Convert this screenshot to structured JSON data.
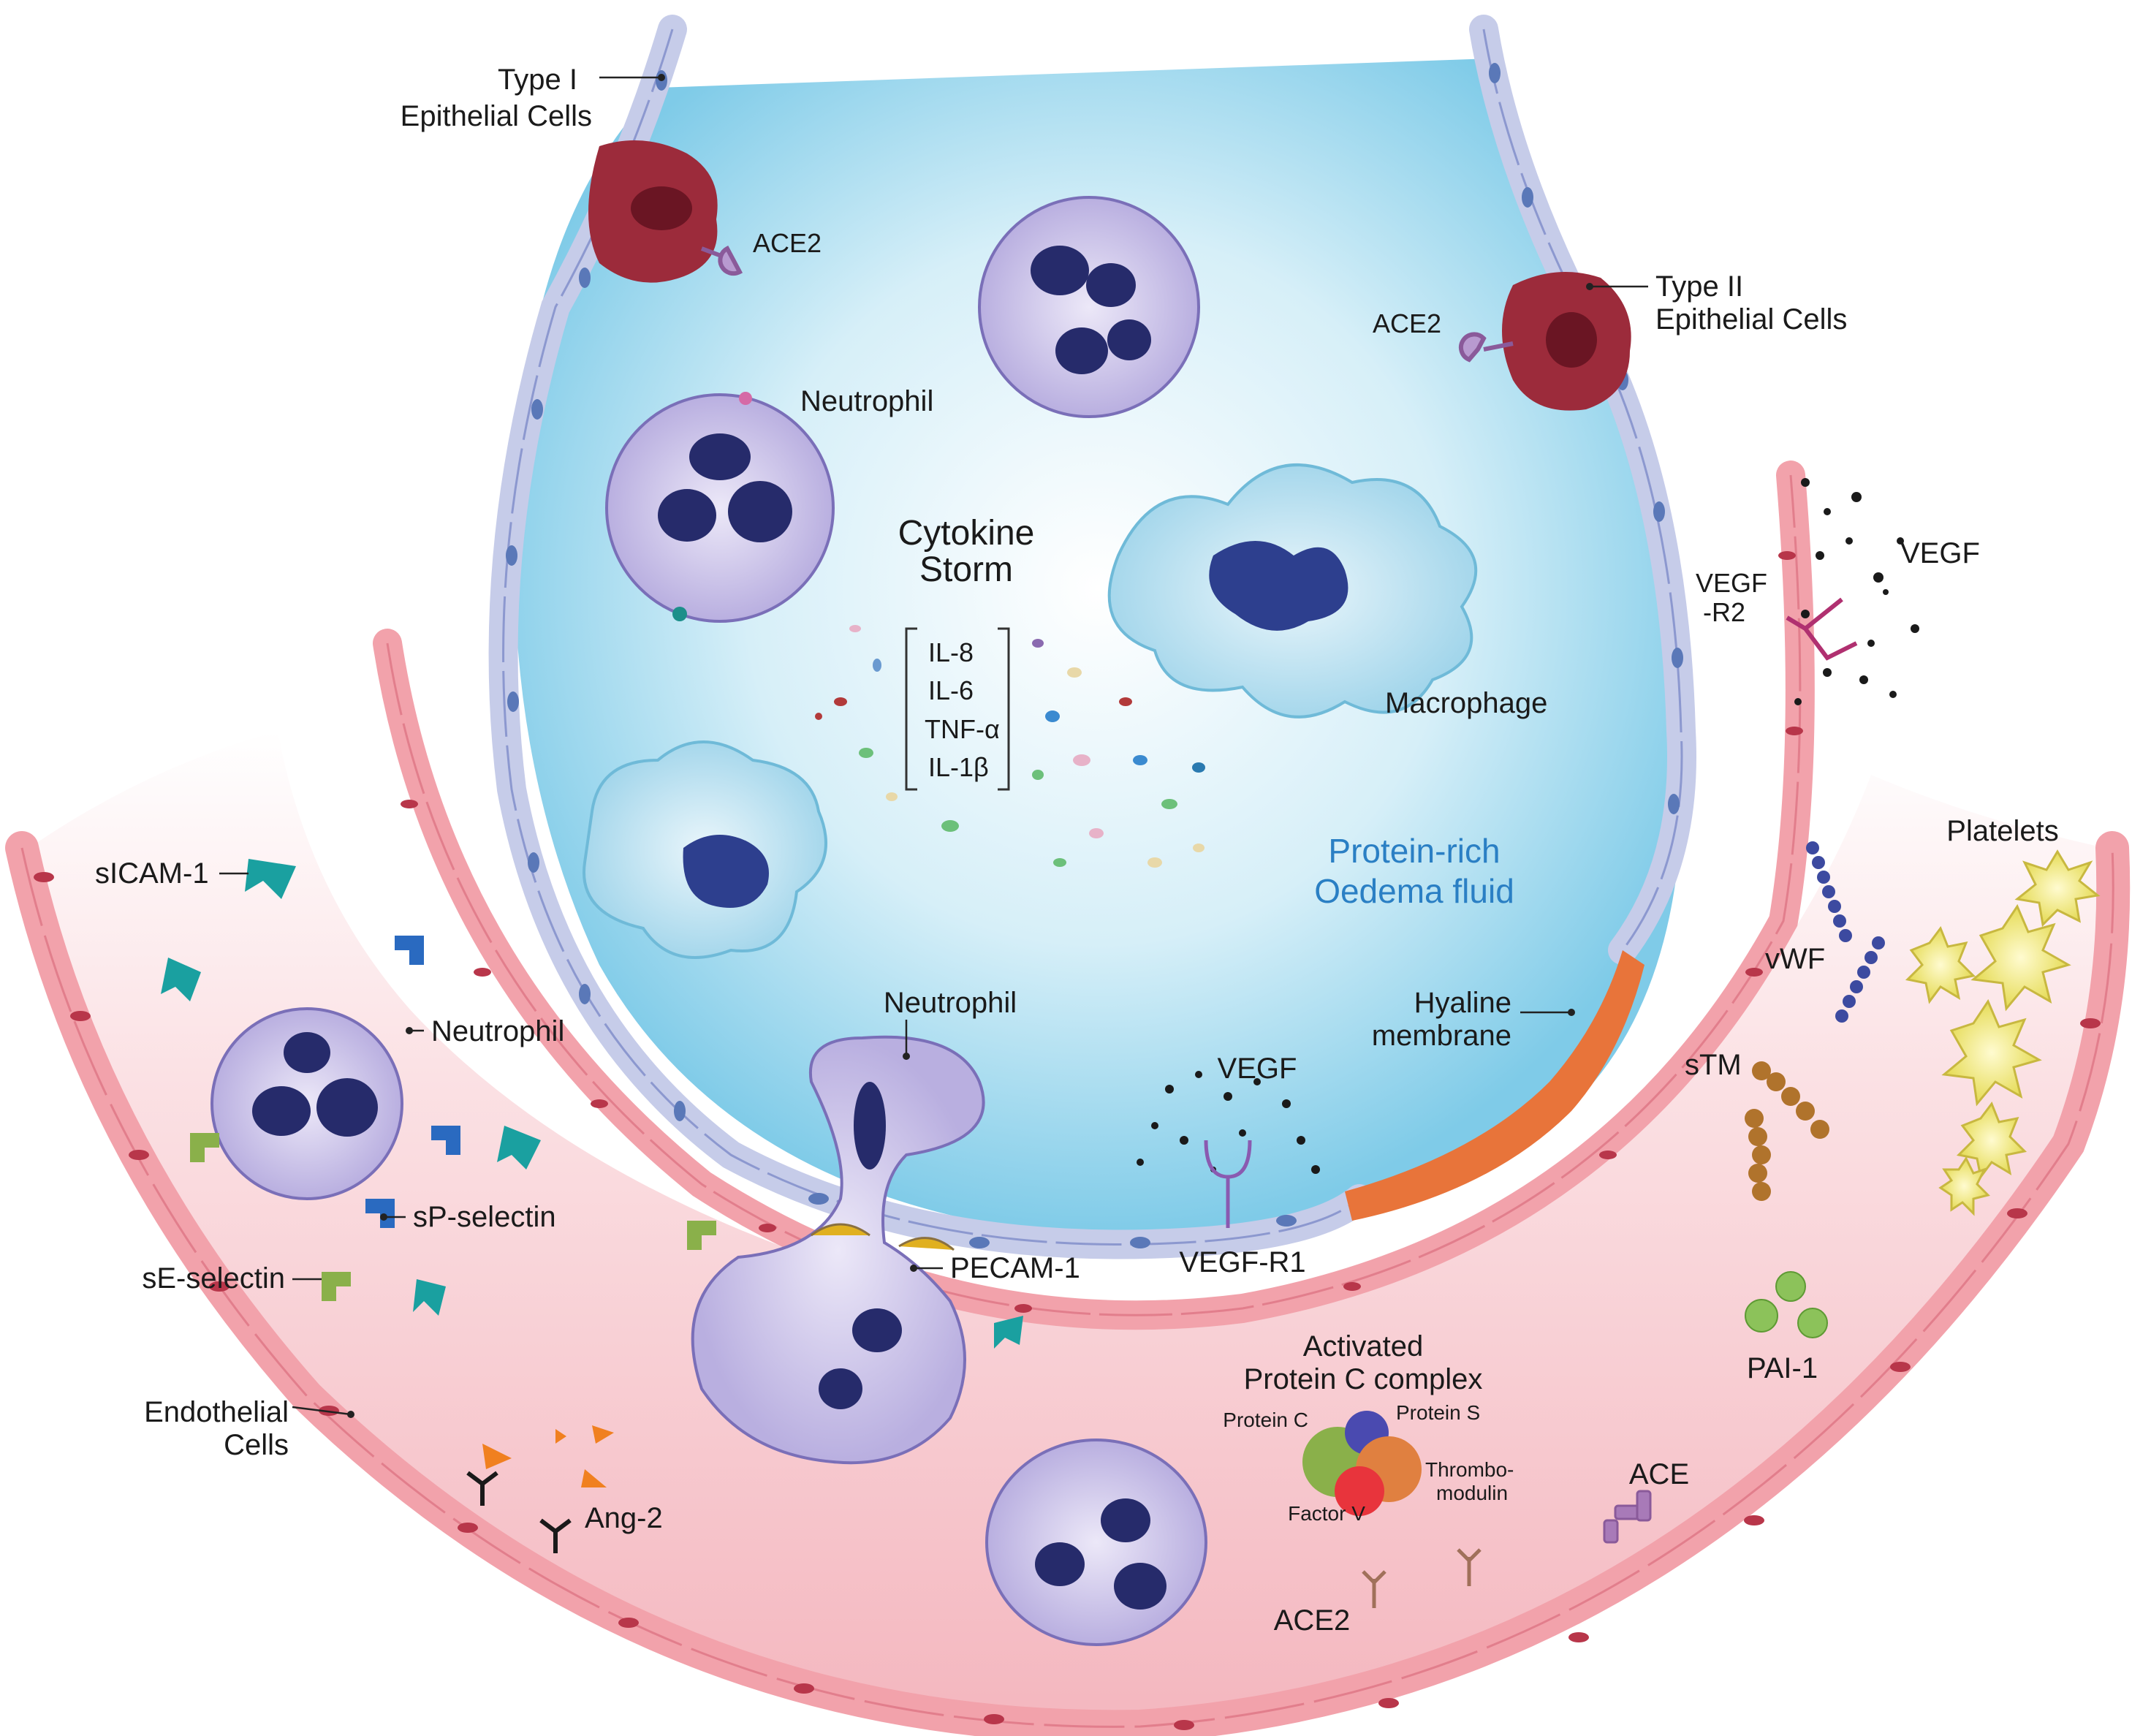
{
  "labels": {
    "type1_line1": "Type I",
    "type1_line2": "Epithelial Cells",
    "ace2_top_left": "ACE2",
    "type2_line1": "Type II",
    "type2_line2": "Epithelial Cells",
    "ace2_top_right": "ACE2",
    "neutrophil_alveolar": "Neutrophil",
    "cytokine_line1": "Cytokine",
    "cytokine_line2": "Storm",
    "cytokines": [
      "IL-8",
      "IL-6",
      "TNF-α",
      "IL-1β"
    ],
    "macrophage": "Macrophage",
    "vegf_top": "VEGF",
    "vegfr2_line1": "VEGF",
    "vegfr2_line2": "-R2",
    "oedema_line1": "Protein-rich",
    "oedema_line2": "Oedema fluid",
    "platelets": "Platelets",
    "vwf": "vWF",
    "hyaline_line1": "Hyaline",
    "hyaline_line2": "membrane",
    "stm": "sTM",
    "sicam": "sICAM-1",
    "neutrophil_vessel": "Neutrophil",
    "neutrophil_transmigrating": "Neutrophil",
    "vegf_bottom": "VEGF",
    "sp_selectin": "sP-selectin",
    "se_selectin": "sE-selectin",
    "pecam": "PECAM-1",
    "vegfr1": "VEGF-R1",
    "pai1": "PAI-1",
    "apc_line1": "Activated",
    "apc_line2": "Protein C complex",
    "protein_c": "Protein C",
    "protein_s": "Protein S",
    "thrombo_line1": "Thrombo-",
    "thrombo_line2": "modulin",
    "factor_v": "Factor V",
    "endo_line1": "Endothelial",
    "endo_line2": "Cells",
    "ang2": "Ang-2",
    "ace": "ACE",
    "ace2_bottom": "ACE2"
  },
  "colors": {
    "alveolus_center": "#ffffff",
    "alveolus_edge": "#7fcbe8",
    "epithelial_cell": "#c6cce9",
    "epithelial_nucleus": "#5a78b8",
    "type2_cell": "#9c2b3b",
    "vessel_fill": "#f6c6cb",
    "endothelial_cell": "#f2a2ab",
    "endothelial_nucleus": "#b8364a",
    "neutrophil_body": "#cec7ea",
    "neutrophil_nucleus": "#262b6b",
    "macrophage_body": "#cfe9f4",
    "macrophage_nucleus": "#2d3f8e",
    "hyaline": "#e8743a",
    "platelet": "#f2ec8a",
    "vwf": "#3c4aa0",
    "stm": "#b0732c",
    "pai1": "#8cc25a",
    "oedema_text": "#2a7fc4"
  }
}
